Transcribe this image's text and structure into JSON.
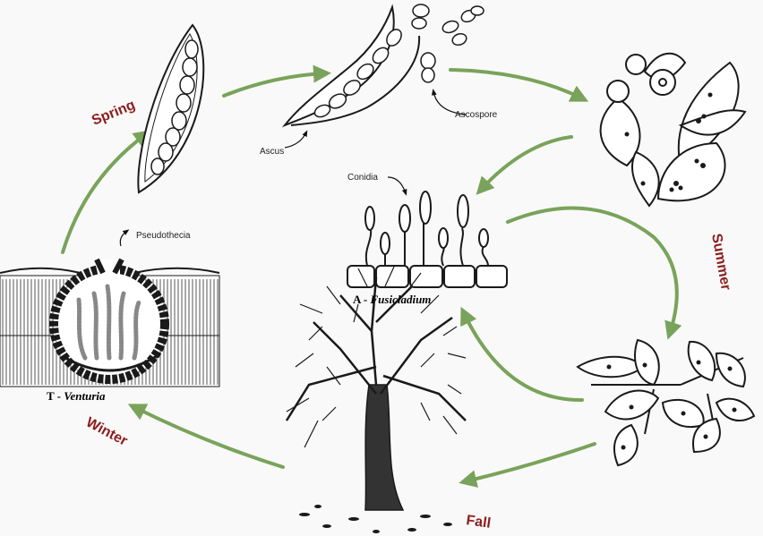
{
  "seasons": {
    "spring": "Spring",
    "summer": "Summer",
    "fall": "Fall",
    "winter": "Winter"
  },
  "labels": {
    "ascus": "Ascus",
    "ascospore": "Ascospore",
    "conidia": "Conidia",
    "pseudothecia": "Pseudothecia"
  },
  "stages": {
    "anamorph_prefix": "A - ",
    "anamorph_name": "Fusicladium",
    "teleomorph_prefix": "T - ",
    "teleomorph_name": "Venturia"
  },
  "colors": {
    "arrow": "#79a35a",
    "season_text": "#8c1d1d",
    "line_art": "#1a1a1a"
  }
}
